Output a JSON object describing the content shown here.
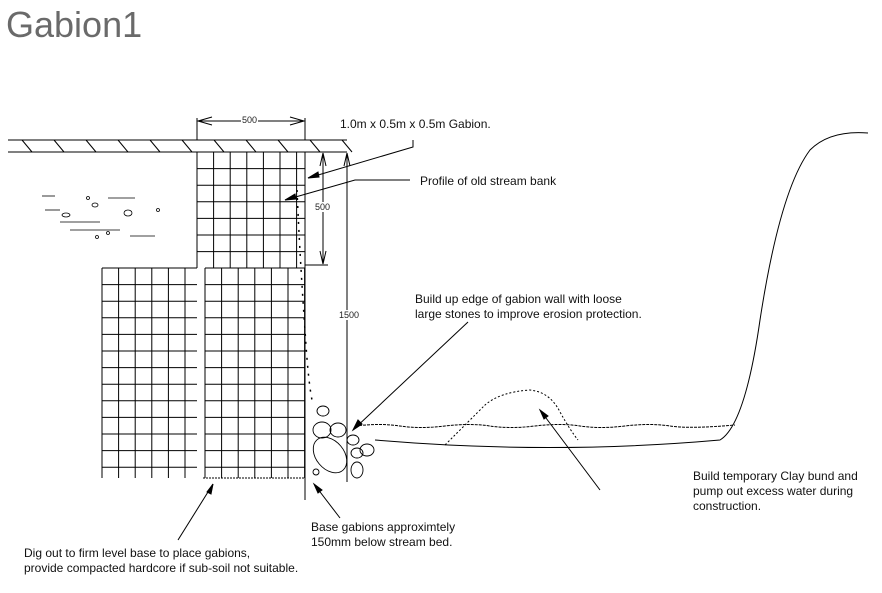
{
  "title": "Gabion1",
  "dimensions": {
    "width": "500",
    "height_upper": "500",
    "height_total": "1500"
  },
  "labels": {
    "gabion_size": "1.0m x 0.5m x 0.5m Gabion.",
    "old_bank": "Profile of old stream bank",
    "edge_line1": "Build up edge of gabion wall with loose",
    "edge_line2": "large stones to improve erosion protection.",
    "bund_line1": "Build temporary Clay bund and",
    "bund_line2": "pump out excess water during",
    "bund_line3": "construction.",
    "base_line1": "Base gabions approximtely",
    "base_line2": "150mm below stream bed.",
    "dig_line1": "Dig out to firm level base to place gabions,",
    "dig_line2": "provide compacted hardcore if sub-soil not suitable."
  }
}
